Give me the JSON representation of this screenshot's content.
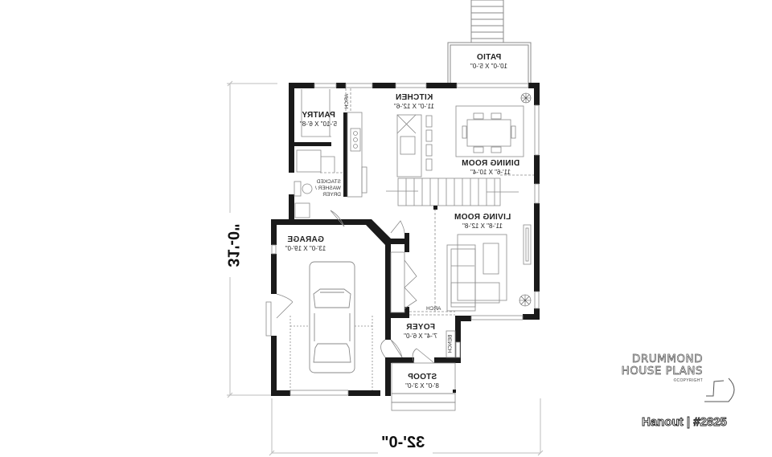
{
  "plan": {
    "name": "Hanout",
    "plan_number": "#2825",
    "title_line": "Hanout | #2825",
    "mirrored": true,
    "overall_width": "32'-0\"",
    "overall_depth": "31'-0\""
  },
  "rooms": [
    {
      "id": "patio",
      "name": "PATIO",
      "dimensions": "10'-0\" X 5'-0\""
    },
    {
      "id": "kitchen",
      "name": "KITCHEN",
      "dimensions": "11'-0\" X 12'-6\""
    },
    {
      "id": "pantry",
      "name": "PANTRY",
      "dimensions": "5'-10\" X 6'-8\""
    },
    {
      "id": "dining",
      "name": "DINING ROOM",
      "dimensions": "11'-6\" X 10'-4\""
    },
    {
      "id": "living",
      "name": "LIVING ROOM",
      "dimensions": "11'-8\" X 12'-8\""
    },
    {
      "id": "garage",
      "name": "GARAGE",
      "dimensions": "13'-0\" X 19'-0\""
    },
    {
      "id": "foyer",
      "name": "FOYER",
      "dimensions": "7'-4\" X 6'-0\""
    },
    {
      "id": "stoop",
      "name": "STOOP",
      "dimensions": "8'-0\" X 3'-0\""
    }
  ],
  "annotations": {
    "arch_kitchen": "ARCH",
    "arch_living": "ARCH",
    "laundry_line1": "STACKED",
    "laundry_line2": "WASHER /",
    "laundry_line3": "DRYER",
    "bench": "BENCH"
  },
  "brand": {
    "line1": "DRUMMOND",
    "line2": "HOUSE PLANS",
    "copyright": "©COPYRIGHT"
  },
  "icons": [
    "plant-icon",
    "car-icon",
    "dining-table-icon",
    "sofa-icon",
    "logo-mark-icon"
  ],
  "colors": {
    "wall": "#1a1a1a",
    "line": "#8a8a8a",
    "dimension_line": "#b5b5b5",
    "background": "#ffffff"
  }
}
